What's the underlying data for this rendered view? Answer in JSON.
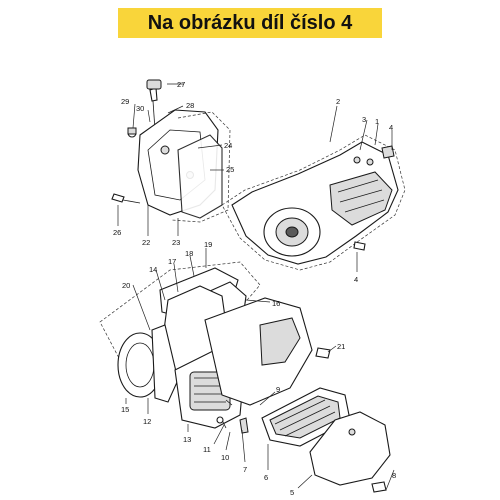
{
  "banner": {
    "text": "Na obrázku díl číslo 4"
  },
  "callouts": [
    "1",
    "2",
    "3",
    "4",
    "4",
    "5",
    "6",
    "7",
    "8",
    "9",
    "10",
    "11",
    "12",
    "13",
    "14",
    "15",
    "16",
    "17",
    "18",
    "19",
    "20",
    "21",
    "22",
    "23",
    "24",
    "25",
    "26",
    "27",
    "28",
    "29",
    "30"
  ],
  "colors": {
    "banner": "#f9d53a",
    "line": "#1a1a1a"
  }
}
